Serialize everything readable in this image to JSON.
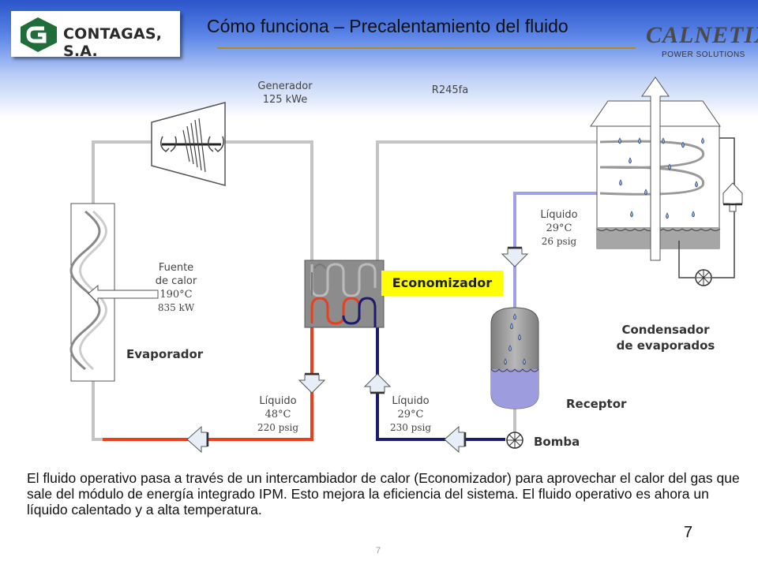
{
  "header": {
    "company_left": "CONTAGAS, S.A.",
    "title": "Cómo funciona – Precalentamiento del fluido",
    "company_right": "CALNETIX",
    "company_right_sub": "POWER SOLUTIONS"
  },
  "diagram": {
    "generator": {
      "line1": "Generador",
      "line2": "125 kWe"
    },
    "refrigerant": "R245fa",
    "heat_source": {
      "line1": "Fuente",
      "line2": "de calor",
      "temp": "190°C",
      "power": "835 kW"
    },
    "evaporator": "Evaporador",
    "economizer": "Economizador",
    "condenser": {
      "line1": "Condensador",
      "line2": "de evaporados"
    },
    "receiver": "Receptor",
    "pump": "Bomba",
    "liquid_condenser": {
      "label": "Líquido",
      "temp": "29°C",
      "pressure": "26 psig"
    },
    "liquid_hot": {
      "label": "Líquido",
      "temp": "48°C",
      "pressure": "220 psig"
    },
    "liquid_cold": {
      "label": "Líquido",
      "temp": "29°C",
      "pressure": "230 psig"
    }
  },
  "description": "El fluido operativo pasa a través de un intercambiador de calor (Economizador) para aprovechar el calor del gas que sale del módulo de energía integrado IPM. Esto mejora la eficiencia del sistema. El fluido operativo es ahora un líquido calentado y a alta temperatura.",
  "page_number": "7",
  "page_number_footer": "7",
  "colors": {
    "hot_line": "#e8401c",
    "cold_line": "#1c1c6e",
    "vapor_line": "#bdbdbd",
    "condensate_line": "#9fa0e6",
    "economizer_highlight": "#ffff00"
  }
}
